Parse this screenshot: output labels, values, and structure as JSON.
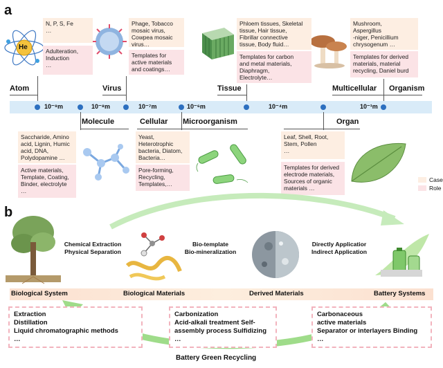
{
  "panel_a": {
    "letter": "a",
    "levels": {
      "atom": "Atom",
      "virus": "Virus",
      "tissue": "Tissue",
      "multicellular": "Multicellular",
      "organism": "Organism",
      "molecule": "Molecule",
      "cellular": "Cellular",
      "microorganism": "Microorganism",
      "organ": "Organ"
    },
    "atom_symbol": "He",
    "scale_ticks": [
      "10⁻⁹m",
      "10⁻⁸m",
      "10⁻⁷m",
      "10⁻⁶m",
      "10⁻⁴m",
      "10⁻¹m"
    ],
    "cards": {
      "atom_case": "N, P, S, Fe\n…",
      "atom_role": "Adulteration,\nInduction\n…",
      "virus_case": "Phage, Tobacco\nmosaic virus,\nCowpea mosaic\nvirus…",
      "virus_role": "Templates for\nactive materials\nand coatings…",
      "tissue_case": "Phloem tissues, Skeletal\ntissue, Hair tissue,\nFibrillar connective\ntissue, Body fluid…",
      "tissue_role": "Templates for carbon\nand metal materials,\nDiaphragm,\nElectrolyte…",
      "organism_case": "Mushroom,\nAspergillus\n-niger, Penicillium\nchrysogenum …",
      "organism_role": "Templates for derived\nmaterials, material\nrecycling, Daniel burd",
      "molecule_case": "Saccharide, Amino\nacid, Lignin, Humic\nacid, DNA,\nPolydopamine …",
      "molecule_role": "Active materials,\nTemplate, Coating,\nBinder, electrolyte\n…",
      "micro_case": "Yeast,\nHeterotrophic\nbacteria, Diatom,\nBacteria…",
      "micro_role": "Pore-forming,\nRecycling,\nTemplates,…",
      "organ_case": "Leaf, Shell, Root,\nStem, Pollen\n…",
      "organ_role": "Templates for derived\nelectrode materials,\nSources of organic\nmaterials …"
    },
    "legend": {
      "case": "Case",
      "role": "Role"
    },
    "colors": {
      "case": "#fdeee2",
      "role": "#fbe3e6",
      "scale": "#d9ebf8",
      "dot": "#2c6fbf"
    }
  },
  "panel_b": {
    "letter": "b",
    "stages": [
      "Biological System",
      "Biological Materials",
      "Derived Materials",
      "Battery Systems"
    ],
    "steps": {
      "step1": "Chemical Extraction\nPhysical Separation",
      "step2": "Bio-template\nBio-mineralization",
      "step3": "Directly Applicatior\nIndirect Application"
    },
    "boxes": {
      "box1": "Extraction\nDistillation\nLiquid chromatographic methods\n…",
      "box2": "Carbonization\n Acid-alkali treatment Self-\nassembly process Sulfidizing\n…",
      "box3": "Carbonaceous\nactive materials\nSeparator or interlayers Binding\n…"
    },
    "recycling_label": "Battery Green Recycling",
    "colors": {
      "arrow": "#9fdc8a",
      "dashed": "#f2b3bd"
    }
  }
}
